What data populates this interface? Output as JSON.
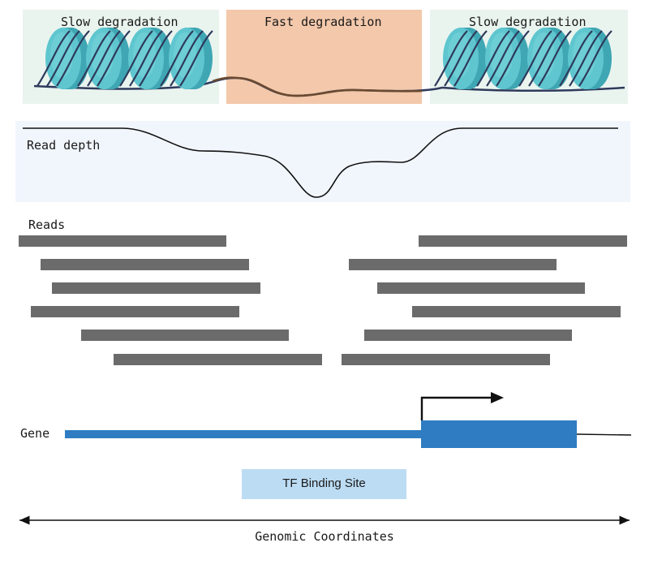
{
  "regions": {
    "left_label": "Slow degradation",
    "middle_label": "Fast degradation",
    "right_label": "Slow degradation",
    "colors": {
      "slow_bg": "#eaf4ef",
      "fast_bg": "#f3c8ab",
      "nucleosome": "#5fc6cf",
      "dna": "#2e3a5c"
    }
  },
  "read_depth": {
    "label": "Read depth",
    "panel_color": "#f1f6fd"
  },
  "reads": {
    "label": "Reads",
    "color": "#6b6b6b"
  },
  "gene": {
    "label": "Gene",
    "color": "#2f7cc2"
  },
  "tf_site": {
    "label": "TF Binding Site",
    "color": "#bcdcf4"
  },
  "axis": {
    "label": "Genomic Coordinates"
  }
}
